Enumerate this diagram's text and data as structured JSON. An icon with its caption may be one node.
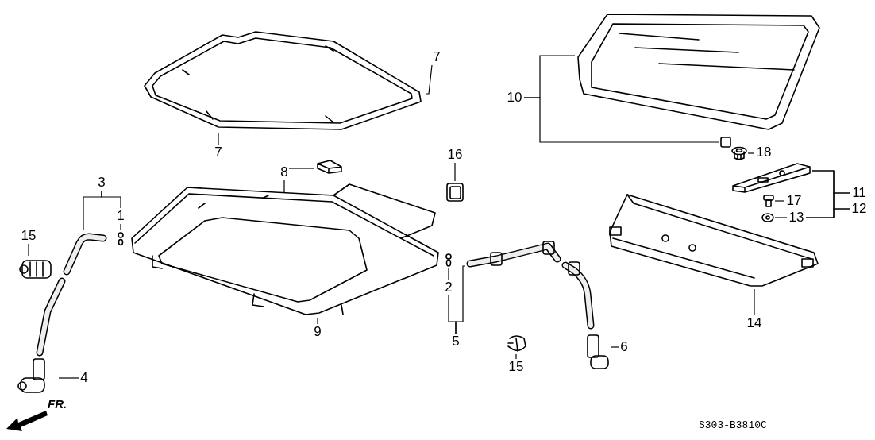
{
  "diagram": {
    "nodes": [
      {
        "text": [
          "7"
        ]
      },
      {
        "text": [
          "7"
        ]
      },
      {
        "text": [],
        "shape": "picture"
      },
      {
        "text": [
          "10"
        ]
      },
      {
        "text": [],
        "shape": "picture"
      },
      {
        "text": [],
        "shape": "box"
      },
      {
        "text": [
          "8"
        ]
      },
      {
        "text": [],
        "shape": "picture"
      },
      {
        "text": [
          "16"
        ]
      },
      {
        "text": [],
        "shape": "picture"
      },
      {
        "text": [
          "18"
        ]
      },
      {
        "text": [],
        "shape": "picture"
      },
      {
        "text": [
          "3"
        ]
      },
      {
        "text": [
          "1"
        ]
      },
      {
        "text": [],
        "shape": "picture"
      },
      {
        "text": [],
        "shape": "picture"
      },
      {
        "text": [
          "11"
        ]
      },
      {
        "text": [
          "12"
        ]
      },
      {
        "text": [],
        "shape": "picture"
      },
      {
        "text": [
          "17"
        ]
      },
      {
        "text": [],
        "shape": "picture"
      },
      {
        "text": [
          "13"
        ]
      },
      {
        "text": [],
        "shape": "picture"
      },
      {
        "text": [
          "15"
        ]
      },
      {
        "text": [],
        "shape": "picture"
      },
      {
        "text": [],
        "shape": "picture"
      },
      {
        "text": [
          "2"
        ]
      },
      {
        "text": [],
        "shape": "picture"
      },
      {
        "text": [
          "5"
        ]
      },
      {
        "text": [],
        "shape": "picture"
      },
      {
        "text": [
          "15"
        ]
      },
      {
        "text": [],
        "shape": "picture"
      },
      {
        "text": [
          "14"
        ]
      },
      {
        "text": [],
        "shape": "picture"
      },
      {
        "text": [
          "9"
        ]
      },
      {
        "text": [
          "4"
        ]
      },
      {
        "text": [],
        "shape": "picture"
      },
      {
        "text": [
          "6"
        ]
      },
      {
        "text": [],
        "shape": "picture"
      }
    ],
    "edges": [
      {
        "from": 0,
        "to": 2,
        "arrow": "none"
      },
      {
        "from": 1,
        "to": 2,
        "arrow": "none"
      },
      {
        "from": 3,
        "to": 4,
        "arrow": "none"
      },
      {
        "from": 3,
        "to": 5,
        "arrow": "none"
      },
      {
        "from": 6,
        "to": 7,
        "arrow": "none"
      },
      {
        "from": 6,
        "to": 25,
        "arrow": "none"
      },
      {
        "from": 8,
        "to": 9,
        "arrow": "none"
      },
      {
        "from": 10,
        "to": 11,
        "arrow": "none"
      },
      {
        "from": 12,
        "to": 14,
        "arrow": "none"
      },
      {
        "from": 12,
        "to": 13,
        "arrow": "none"
      },
      {
        "from": 13,
        "to": 15,
        "arrow": "none"
      },
      {
        "from": 16,
        "to": 18,
        "arrow": "none"
      },
      {
        "from": 16,
        "to": 21,
        "arrow": "none"
      },
      {
        "from": 17,
        "to": 18,
        "arrow": "none"
      },
      {
        "from": 17,
        "to": 21,
        "arrow": "none"
      },
      {
        "from": 19,
        "to": 20,
        "arrow": "none"
      },
      {
        "from": 21,
        "to": 22,
        "arrow": "none"
      },
      {
        "from": 23,
        "to": 24,
        "arrow": "none"
      },
      {
        "from": 26,
        "to": 27,
        "arrow": "none"
      },
      {
        "from": 28,
        "to": 26,
        "arrow": "none"
      },
      {
        "from": 28,
        "to": 29,
        "arrow": "none"
      },
      {
        "from": 30,
        "to": 31,
        "arrow": "none"
      },
      {
        "from": 32,
        "to": 33,
        "arrow": "none"
      },
      {
        "from": 34,
        "to": 25,
        "arrow": "none"
      },
      {
        "from": 35,
        "to": 36,
        "arrow": "none"
      },
      {
        "from": 37,
        "to": 38,
        "arrow": "none"
      }
    ],
    "labels": [
      "FR.",
      "S303-B3810C"
    ]
  }
}
